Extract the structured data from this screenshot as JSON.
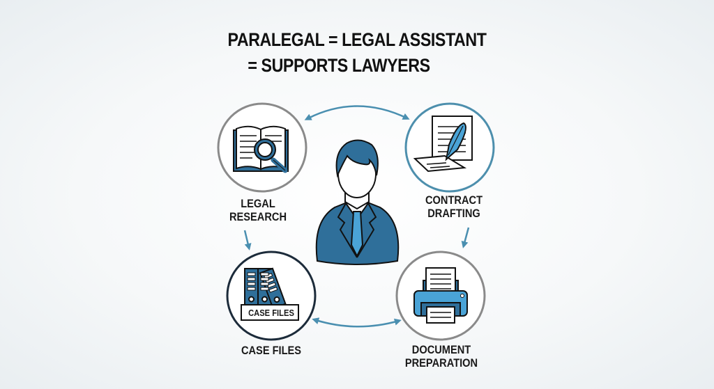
{
  "title": {
    "line1": "PARALEGAL = LEGAL ASSISTANT",
    "line2": "= SUPPORTS LAWYERS"
  },
  "center": {
    "icon": "person-in-suit-icon"
  },
  "nodes": [
    {
      "id": "legal-research",
      "icon": "book-magnifier-icon",
      "label_line1": "LEGAL",
      "label_line2": "RESEARCH",
      "ring_color": "#8a8a8a"
    },
    {
      "id": "contract-drafting",
      "icon": "document-quill-icon",
      "label_line1": "CONTRACT",
      "label_line2": "DRAFTING",
      "ring_color": "#4d8fad"
    },
    {
      "id": "case-files",
      "icon": "binders-icon",
      "label_line1": "CASE FILES",
      "label_line2": "",
      "box_label": "CASE FILES",
      "ring_color": "#1c2b3a"
    },
    {
      "id": "document-preparation",
      "icon": "printer-icon",
      "label_line1": "DOCUMENT",
      "label_line2": "PREPARATION",
      "ring_color": "#8a8a8a"
    }
  ],
  "arrows": [
    {
      "from": "legal-research",
      "to": "contract-drafting",
      "type": "bidirectional"
    },
    {
      "from": "legal-research",
      "to": "case-files",
      "type": "one-way"
    },
    {
      "from": "contract-drafting",
      "to": "document-preparation",
      "type": "one-way"
    },
    {
      "from": "case-files",
      "to": "document-preparation",
      "type": "bidirectional"
    }
  ],
  "colors": {
    "primary_blue": "#2f6f9a",
    "light_blue": "#4aa3d6",
    "arrow": "#4a8fb0",
    "outline": "#111111",
    "text": "#111111"
  }
}
